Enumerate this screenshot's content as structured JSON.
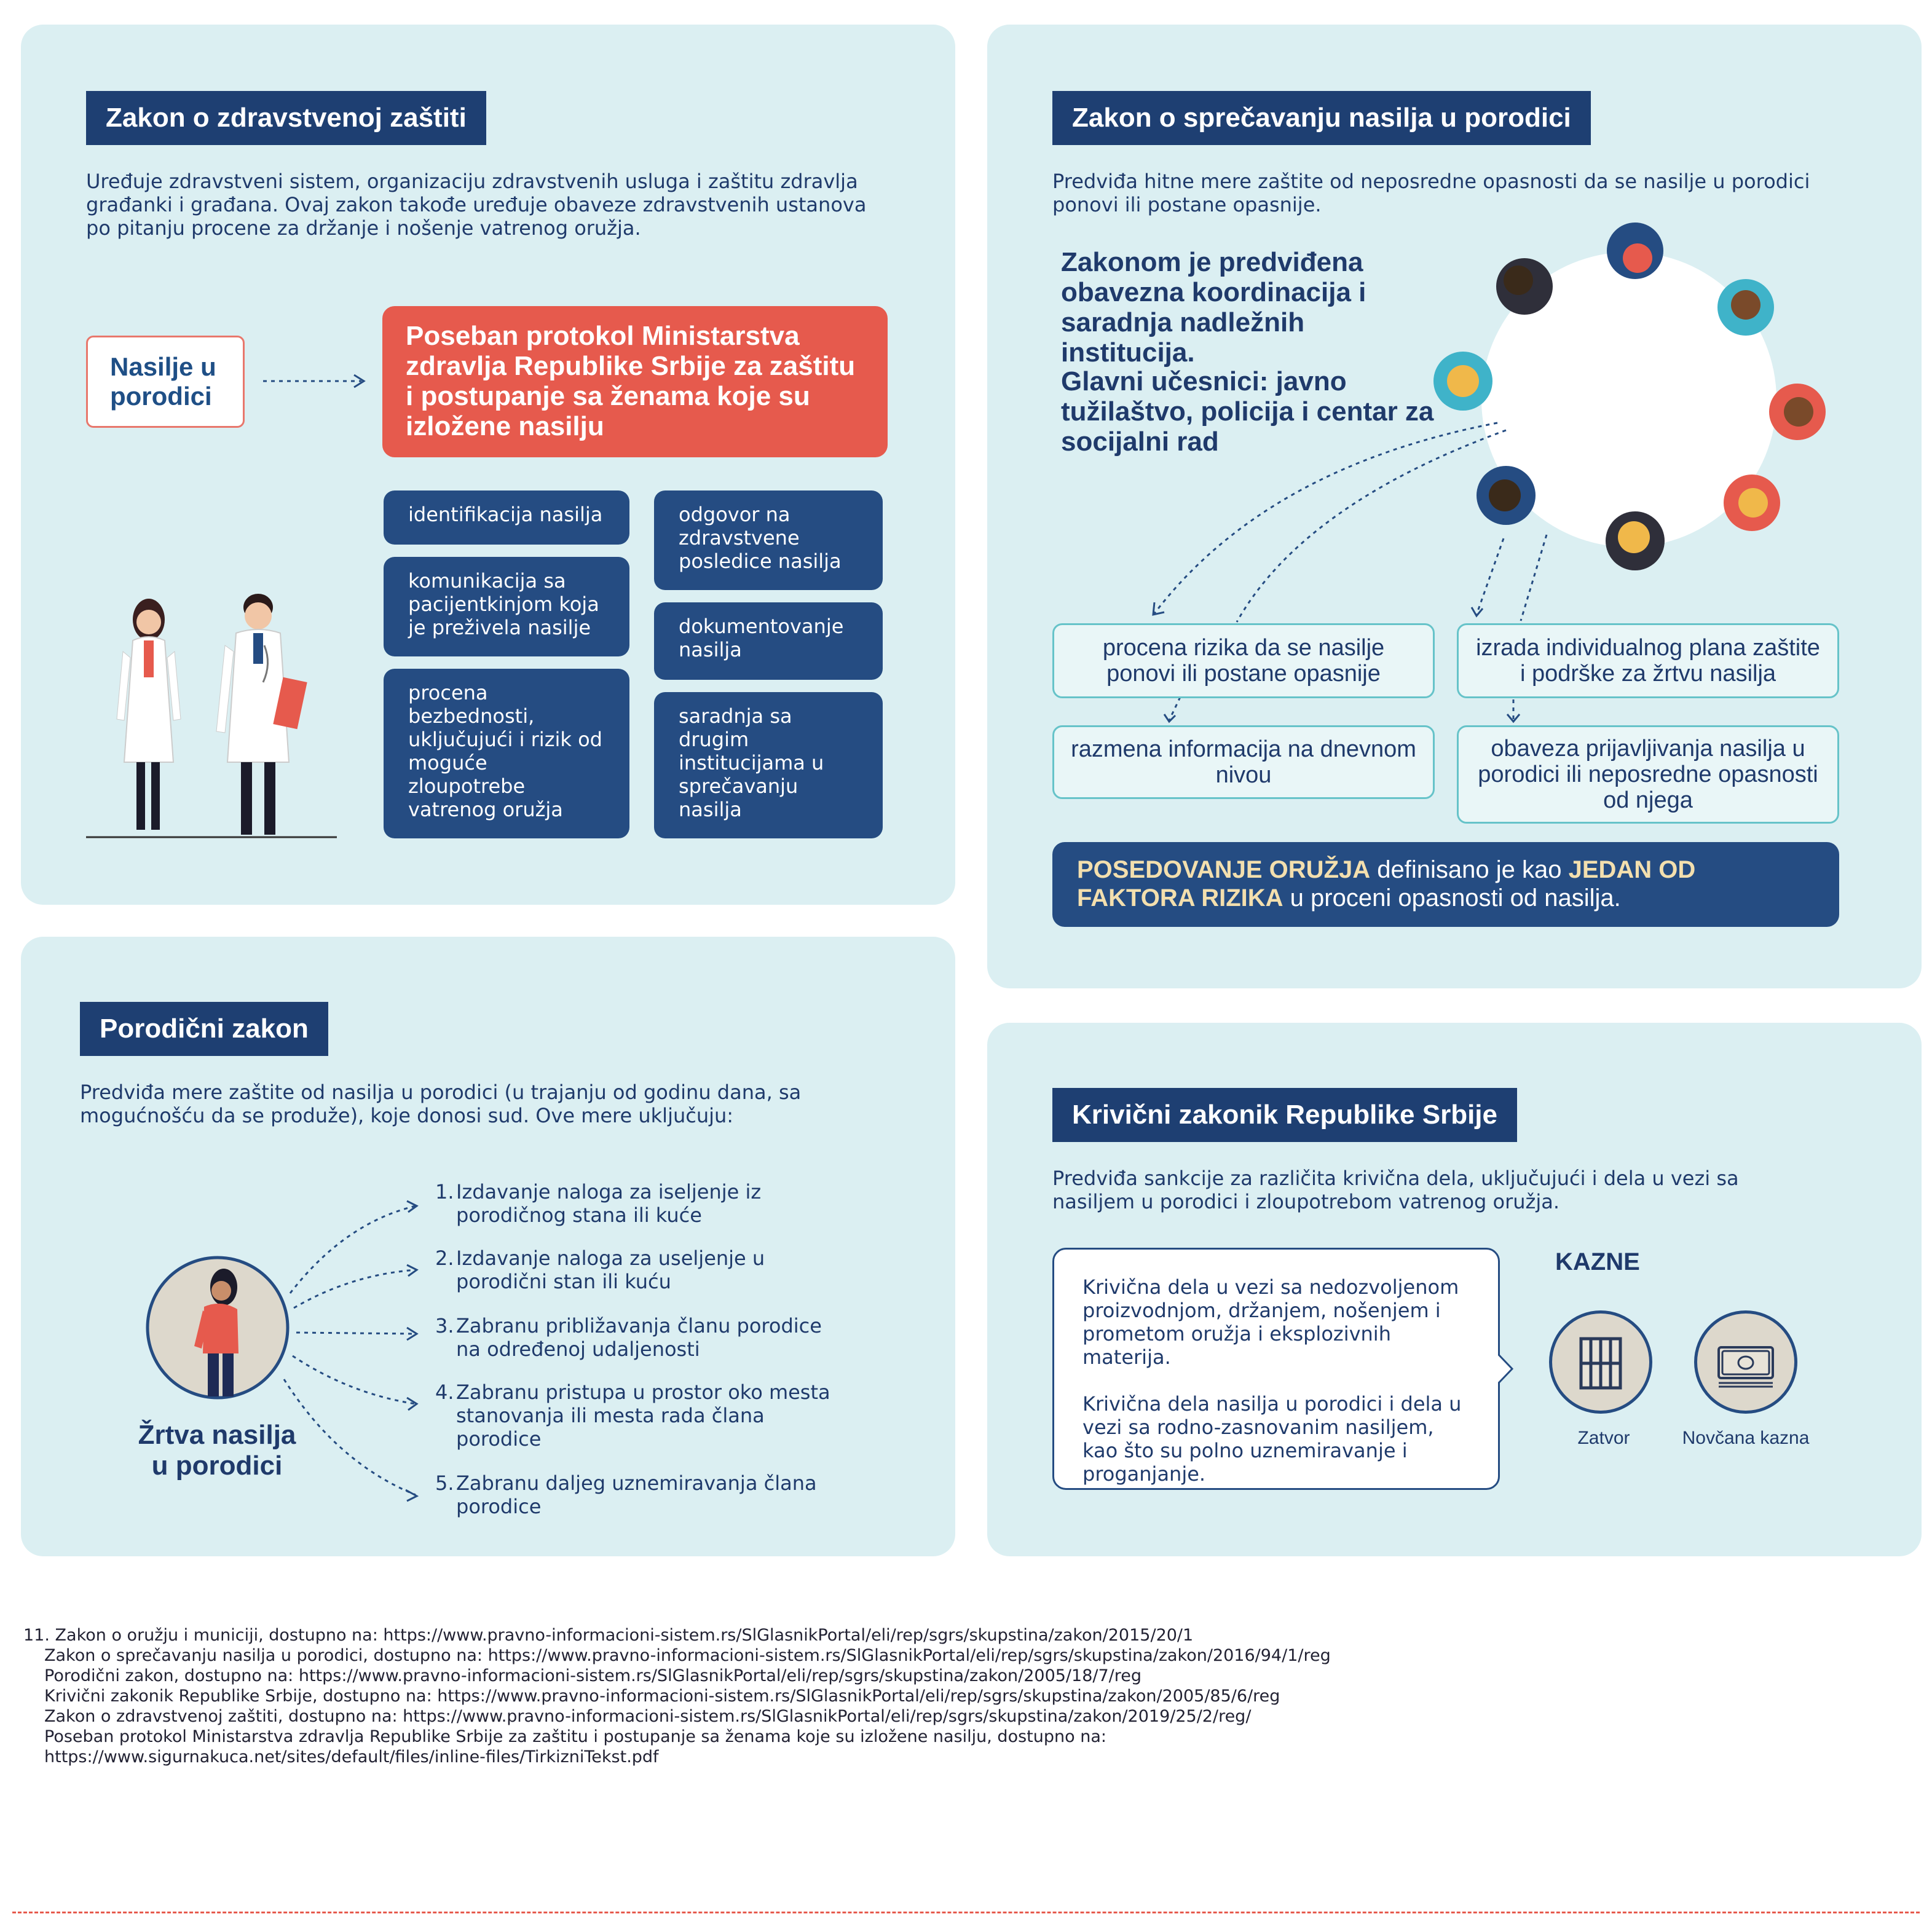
{
  "health_panel": {
    "title": "Zakon o zdravstvenoj zaštiti",
    "description": "Uređuje zdravstveni sistem, organizaciju zdravstvenih usluga i zaštitu zdravlja građanki i građana. Ovaj zakon takođe uređuje obaveze zdravstvenih ustanova po pitanju procene za držanje i nošenje vatrenog oružja.",
    "source_label": "Nasilje u porodici",
    "protocol_title": "Poseban protokol Ministarstva zdravlja Republike Srbije za zaštitu i postupanje sa ženama koje su izložene nasilju",
    "left_items": [
      "identifikacija nasilja",
      "komunikacija sa pacijentkinjom koja je preživela nasilje",
      "procena bezbednosti, uključujući i rizik od moguće zloupotrebe vatrenog oružja"
    ],
    "right_items": [
      "odgovor na zdravstvene posledice nasilja",
      "dokumentovanje nasilja",
      "saradnja sa drugim institucijama u sprečavanju nasilja"
    ],
    "accent_color": "#e65a4d",
    "box_color": "#254c82"
  },
  "prevention_panel": {
    "title": "Zakon o sprečavanju nasilja u porodici",
    "description": "Predviđa hitne mere zaštite od neposredne opasnosti da se nasilje u porodici ponovi ili postane opasnije.",
    "coordination": "Zakonom je predviđena obavezna koordinacija i saradnja nadležnih institucija.",
    "participants": "Glavni učesnici: javno tužilaštvo, policija i centar za socijalni rad",
    "boxes": [
      "procena rizika da se nasilje ponovi ili postane opasnije",
      "izrada individualnog plana zaštite i podrške za žrtvu nasilja",
      "razmena informacija na dnevnom nivou",
      "obaveza prijavljivanja nasilja u porodici ili neposredne opasnosti od njega"
    ],
    "banner_part1": "POSEDOVANJE ORUŽJA",
    "banner_part2": " definisano je kao ",
    "banner_part3": "JEDAN OD FAKTORA RIZIKA",
    "banner_part4": " u proceni opasnosti od nasilja.",
    "banner_highlight_color": "#f3dfae"
  },
  "family_panel": {
    "title": "Porodični zakon",
    "description": "Predviđa mere zaštite od nasilja u porodici (u trajanju od godinu dana, sa mogućnošću da se produže), koje donosi sud. Ove mere uključuju:",
    "victim_label": "Žrtva nasilja u porodici",
    "measures": [
      {
        "num": "1.",
        "text": "Izdavanje naloga za iseljenje iz porodičnog stana ili kuće"
      },
      {
        "num": "2.",
        "text": "Izdavanje naloga za useljenje u porodični stan ili kuću"
      },
      {
        "num": "3.",
        "text": "Zabranu približavanja članu porodice na određenoj udaljenosti"
      },
      {
        "num": "4.",
        "text": "Zabranu pristupa u prostor oko mesta stanovanja ili mesta rada člana porodice"
      },
      {
        "num": "5.",
        "text": "Zabranu daljeg uznemiravanja člana porodice"
      }
    ]
  },
  "criminal_panel": {
    "title": "Krivični zakonik Republike Srbije",
    "description": "Predviđa sankcije za različita krivična dela, uključujući i dela u vezi sa nasiljem u porodici i zloupotrebom vatrenog oružja.",
    "bubble_p1": "Krivična dela u vezi sa nedozvoljenom proizvodnjom, držanjem, nošenjem i prometom oružja i eksplozivnih materija.",
    "bubble_p2": "Krivična dela nasilja u porodici i dela u vezi sa rodno-zasnovanim nasiljem, kao što su polno uznemiravanje i proganjanje.",
    "penalties_title": "KAZNE",
    "penalty_prison": "Zatvor",
    "penalty_fine": "Novčana kazna",
    "prison_icon": "jail-icon",
    "fine_icon": "money-icon"
  },
  "references": [
    "11. Zakon o oružju i municiji, dostupno na: https://www.pravno-informacioni-sistem.rs/SlGlasnikPortal/eli/rep/sgrs/skupstina/zakon/2015/20/1",
    "Zakon o sprečavanju nasilja u porodici, dostupno na: https://www.pravno-informacioni-sistem.rs/SlGlasnikPortal/eli/rep/sgrs/skupstina/zakon/2016/94/1/reg",
    "Porodični zakon, dostupno na: https://www.pravno-informacioni-sistem.rs/SlGlasnikPortal/eli/rep/sgrs/skupstina/zakon/2005/18/7/reg",
    "Krivični zakonik Republike Srbije, dostupno na: https://www.pravno-informacioni-sistem.rs/SlGlasnikPortal/eli/rep/sgrs/skupstina/zakon/2005/85/6/reg",
    "Zakon o zdravstvenoj zaštiti, dostupno na: https://www.pravno-informacioni-sistem.rs/SlGlasnikPortal/eli/rep/sgrs/skupstina/zakon/2019/25/2/reg/",
    "Poseban protokol Ministarstva zdravlja Republike Srbije za zaštitu i postupanje sa ženama koje su izložene nasilju, dostupno na:",
    "https://www.sigurnakuca.net/sites/default/files/inline-files/TirkizniTekst.pdf"
  ]
}
